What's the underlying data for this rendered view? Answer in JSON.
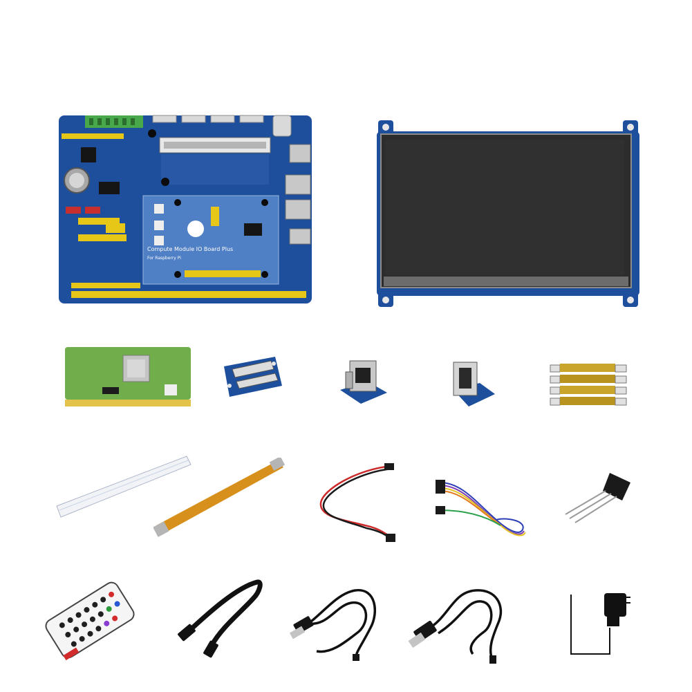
{
  "board": {
    "silkscreen_title": "Compute Module IO Board Plus",
    "silkscreen_subtitle": "For Raspberry Pi"
  },
  "colors": {
    "board_blue": "#1d4f9c",
    "pin_yellow": "#e6c617",
    "lcd_black": "#2c2c2c",
    "cm_green": "#6fae4a",
    "fpc_amber": "#d7901c",
    "cable_black": "#151515",
    "background": "#ffffff"
  },
  "items": [
    {
      "name": "compute-module-io-board"
    },
    {
      "name": "lcd-display"
    },
    {
      "name": "compute-module-3"
    },
    {
      "name": "camera-adapter-board"
    },
    {
      "name": "usb-adapter-1"
    },
    {
      "name": "usb-adapter-2"
    },
    {
      "name": "copper-standoffs"
    },
    {
      "name": "white-fpc-cable"
    },
    {
      "name": "camera-fpc-cable"
    },
    {
      "name": "jumper-wires-red-black"
    },
    {
      "name": "dupont-wires-multicolor"
    },
    {
      "name": "ds18b20-sensor"
    },
    {
      "name": "ir-remote-control"
    },
    {
      "name": "hdmi-cable"
    },
    {
      "name": "usb-y-cable"
    },
    {
      "name": "usb-micro-cable"
    },
    {
      "name": "power-adapter"
    }
  ]
}
